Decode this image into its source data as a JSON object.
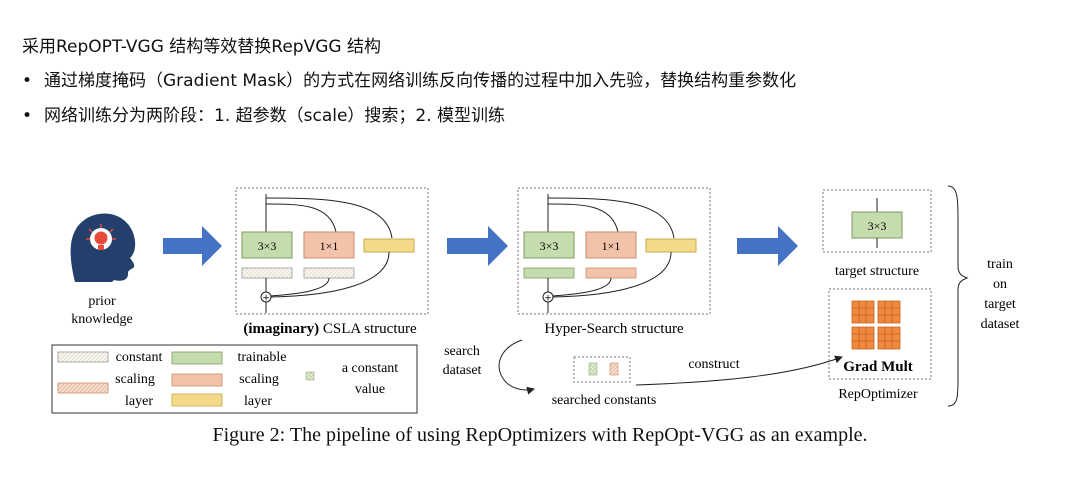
{
  "slide": {
    "title": "采用RepOPT-VGG 结构等效替换RepVGG 结构",
    "bullets": [
      "通过梯度掩码（Gradient Mask）的方式在网络训练反向传播的过程中加入先验，替换结构重参数化",
      "网络训练分为两阶段：1. 超参数（scale）搜索；2. 模型训练"
    ],
    "bullet_marker": "•"
  },
  "figure": {
    "prior_label_line1": "prior",
    "prior_label_line2": "knowledge",
    "csla": {
      "conv3": "3×3",
      "conv1": "1×1",
      "plus": "+",
      "label_bold": "(imaginary)",
      "label_rest": " CSLA structure"
    },
    "hyper": {
      "conv3": "3×3",
      "conv1": "1×1",
      "plus": "+",
      "label": "Hyper-Search structure"
    },
    "target": {
      "conv3": "3×3",
      "label": "target structure"
    },
    "repopt": {
      "grad_mult": "Grad Mult",
      "label": "RepOptimizer"
    },
    "train_on": [
      "train",
      "on",
      "target",
      "dataset"
    ],
    "search_dataset": [
      "search",
      "dataset"
    ],
    "searched_constants": "searched constants",
    "construct": "construct",
    "legend": {
      "constant_scaling_layer": [
        "constant",
        "scaling",
        "layer"
      ],
      "trainable_scaling_layer": [
        "trainable",
        "scaling",
        "layer"
      ],
      "constant_value": [
        "a constant",
        "value"
      ]
    },
    "colors": {
      "arrow_blue": "#4472c4",
      "conv_green": "#c5dcae",
      "conv_orange": "#f2c3a9",
      "trainable_yellow": "#f5d98a",
      "const_layer": "#f4efe6",
      "grad_orange": "#f0883e"
    }
  },
  "caption": "Figure 2: The pipeline of using RepOptimizers with RepOpt-VGG as an example."
}
